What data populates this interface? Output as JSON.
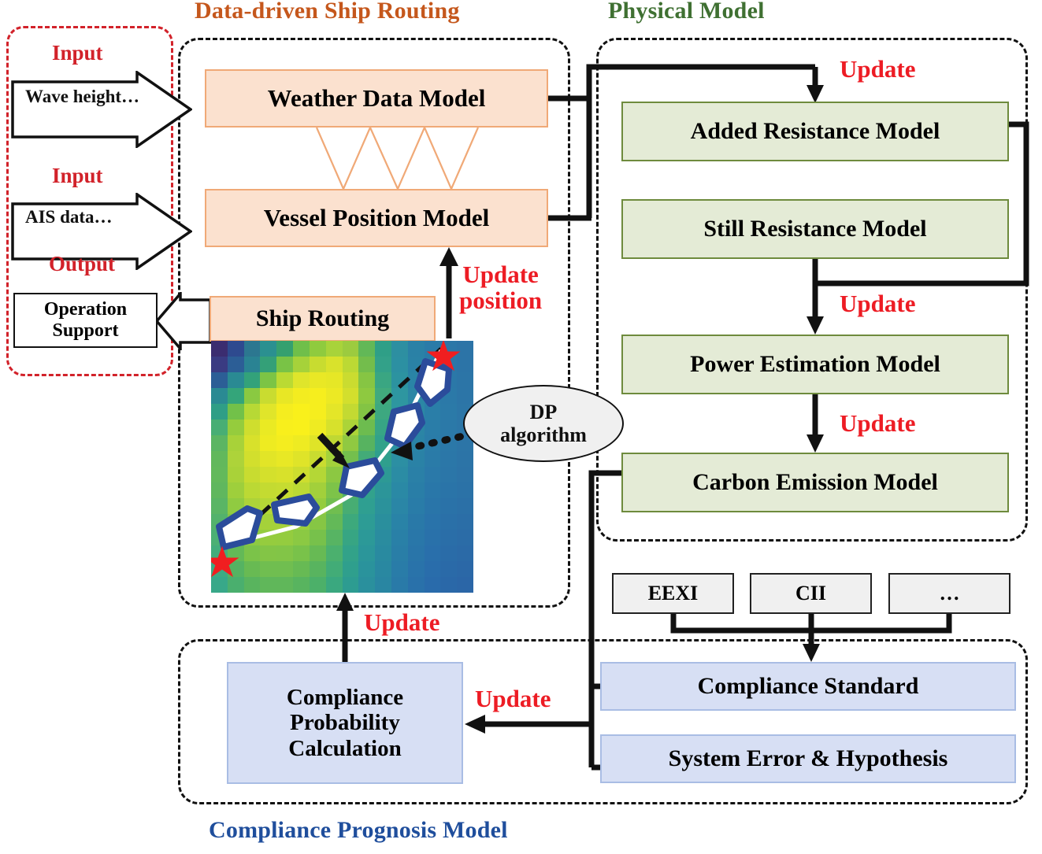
{
  "titles": {
    "data_driven": "Data-driven Ship Routing",
    "physical": "Physical Model",
    "compliance": "Compliance Prognosis Model"
  },
  "io_panel": {
    "input_label_1": "Input",
    "input_value_1": "Wave height…",
    "input_label_2": "Input",
    "input_value_2": "AIS data…",
    "output_label": "Output",
    "output_line_1": "Operation",
    "output_line_2": "Support"
  },
  "data_driven_blocks": {
    "weather": "Weather Data Model",
    "vessel": "Vessel Position Model",
    "ship_routing": "Ship Routing"
  },
  "physical_blocks": {
    "added_resistance": "Added Resistance Model",
    "still_resistance": "Still Resistance Model",
    "power_estimation": "Power Estimation Model",
    "carbon_emission": "Carbon Emission Model"
  },
  "standards": {
    "eexi": "EEXI",
    "cii": "CII",
    "more": "…"
  },
  "compliance_blocks": {
    "compliance_standard": "Compliance Standard",
    "system_error": "System Error & Hypothesis",
    "probability_line_1": "Compliance",
    "probability_line_2": "Probability",
    "probability_line_3": "Calculation"
  },
  "annotations": {
    "update": "Update",
    "update_position_line_1": "Update",
    "update_position_line_2": "position",
    "dp_line_1": "DP",
    "dp_line_2": "algorithm"
  },
  "colors": {
    "title_orange": "#C5571C",
    "title_green": "#3F7032",
    "title_blue": "#1F4E9C",
    "update_red": "#ED1C24",
    "io_label_red": "#D2222A",
    "peach_fill": "#FBE1CF",
    "green_fill": "#E4EBD6",
    "blue_fill": "#D7DFF4",
    "grey_fill": "#F0F0F0"
  },
  "heatmap": {
    "route_marker": "red-star",
    "vessel_count": 5,
    "grid_cols": 16,
    "grid_rows": 16,
    "cells": [
      [
        "#3b2d70",
        "#2e4a8f",
        "#2c7790",
        "#2b9090",
        "#35a06f",
        "#6fbf4a",
        "#8fcb3e",
        "#a8d33a",
        "#9ccb3f",
        "#62b857",
        "#2f9f87",
        "#2d8fa1",
        "#2a81a6",
        "#2a7ba8",
        "#2b77a8",
        "#2c74a7"
      ],
      [
        "#3a3b82",
        "#2c5e96",
        "#2a8393",
        "#34a078",
        "#79c346",
        "#a6d23a",
        "#c8dc30",
        "#d9e22c",
        "#bcd934",
        "#73bd4c",
        "#33a189",
        "#2c90a2",
        "#2a82a6",
        "#2a7ba8",
        "#2b77a8",
        "#2c74a7"
      ],
      [
        "#2c5e96",
        "#2a8a93",
        "#33a27a",
        "#7cc445",
        "#bada33",
        "#dfe52b",
        "#e9e825",
        "#e6e726",
        "#cadc30",
        "#86c543",
        "#3aa682",
        "#2c93a0",
        "#2a84a6",
        "#2a7ca8",
        "#2b78a8",
        "#2c75a7"
      ],
      [
        "#2a8a93",
        "#34a57a",
        "#8ac941",
        "#c9dc30",
        "#e8e725",
        "#f3ec20",
        "#f6ee1e",
        "#ece924",
        "#d3df2d",
        "#8ec940",
        "#41aa7d",
        "#2e96a0",
        "#2b86a5",
        "#2a7da8",
        "#2b79a8",
        "#2c75a7"
      ],
      [
        "#2f9e86",
        "#72c149",
        "#b7d935",
        "#e0e52a",
        "#f5ed1f",
        "#f9f01b",
        "#f6ee1e",
        "#e4e628",
        "#c3da32",
        "#83c444",
        "#3da880",
        "#2e97a0",
        "#2b87a5",
        "#2a7ea8",
        "#2b7aa8",
        "#2c76a7"
      ],
      [
        "#48ae74",
        "#95cc3d",
        "#cfde2e",
        "#eaea23",
        "#f8ef1c",
        "#f9f01b",
        "#efeb22",
        "#d7e12c",
        "#acd438",
        "#6dbc4f",
        "#37a585",
        "#2d94a1",
        "#2b85a5",
        "#2a7da8",
        "#2b79a8",
        "#2c76a7"
      ],
      [
        "#5bb563",
        "#a8d239",
        "#d8e12b",
        "#eeeb21",
        "#f4ed1f",
        "#eeeb22",
        "#dfe428",
        "#bfd833",
        "#90c941",
        "#57b360",
        "#32a28a",
        "#2c92a2",
        "#2a84a6",
        "#2a7ca8",
        "#2b78a8",
        "#2c75a7"
      ],
      [
        "#62b85c",
        "#add33a",
        "#d2df2d",
        "#e2e527",
        "#e8e825",
        "#dfe429",
        "#c9dc30",
        "#a3d13b",
        "#74bf4d",
        "#43ab78",
        "#2f9f8d",
        "#2c8fa3",
        "#2a82a6",
        "#2a7ba8",
        "#2b77a8",
        "#2c74a7"
      ],
      [
        "#63b95b",
        "#a9d239",
        "#c8dc30",
        "#d4e02c",
        "#d8e12b",
        "#cddd2f",
        "#b4d736",
        "#8cc842",
        "#60b659",
        "#37a586",
        "#2d9995",
        "#2b8ca4",
        "#2a80a7",
        "#2a79a9",
        "#2b76a8",
        "#2c73a7"
      ],
      [
        "#60b75e",
        "#9ecf3c",
        "#bbd934",
        "#c4db31",
        "#c6dc31",
        "#bcd934",
        "#a2d03b",
        "#7dc349",
        "#51b167",
        "#32a28c",
        "#2c9599",
        "#2a89a5",
        "#297ea7",
        "#2977a9",
        "#2a74a8",
        "#2b72a7"
      ],
      [
        "#5ab565",
        "#90cb41",
        "#add339",
        "#b5d736",
        "#b6d736",
        "#acd339",
        "#95cc3e",
        "#70be50",
        "#47ad73",
        "#2f9f91",
        "#2b929b",
        "#2a86a6",
        "#297ca8",
        "#2975a9",
        "#2a72a8",
        "#2b70a7"
      ],
      [
        "#53b26c",
        "#82c547",
        "#9ecf3c",
        "#a5d13a",
        "#a5d13a",
        "#9bce3d",
        "#86c644",
        "#63b958",
        "#3da97c",
        "#2d9c95",
        "#2a8f9d",
        "#2983a7",
        "#2979a8",
        "#2973aa",
        "#2a70a8",
        "#2b6ea7"
      ],
      [
        "#4bb074",
        "#73c04d",
        "#8dca42",
        "#95cc3e",
        "#94cc3f",
        "#8bc943",
        "#77c14b",
        "#57b463",
        "#37a583",
        "#2c9998",
        "#2a8c9f",
        "#2980a7",
        "#2977a9",
        "#2971aa",
        "#2a6ea8",
        "#2b6ca7"
      ],
      [
        "#43ad7c",
        "#63b957",
        "#7bc349",
        "#83c546",
        "#82c547",
        "#79c24a",
        "#67ba54",
        "#4bb06e",
        "#32a289",
        "#2b969a",
        "#298aa0",
        "#297ea7",
        "#2975a9",
        "#296fab",
        "#2a6ca8",
        "#2b6aa7"
      ],
      [
        "#3daa83",
        "#55b362",
        "#68ba53",
        "#70be50",
        "#70be50",
        "#67ba54",
        "#58b45f",
        "#42ac77",
        "#2f9f8d",
        "#2a939c",
        "#2988a1",
        "#297ca8",
        "#2973aa",
        "#296dab",
        "#2a6aa8",
        "#2b68a7"
      ],
      [
        "#38a889",
        "#4aaf6e",
        "#59b45e",
        "#60b75a",
        "#60b75a",
        "#58b45f",
        "#4cb069",
        "#3aa87f",
        "#2d9c91",
        "#2a909d",
        "#2986a2",
        "#297aa8",
        "#2971aa",
        "#296bab",
        "#2a68a8",
        "#2b66a7"
      ]
    ]
  }
}
